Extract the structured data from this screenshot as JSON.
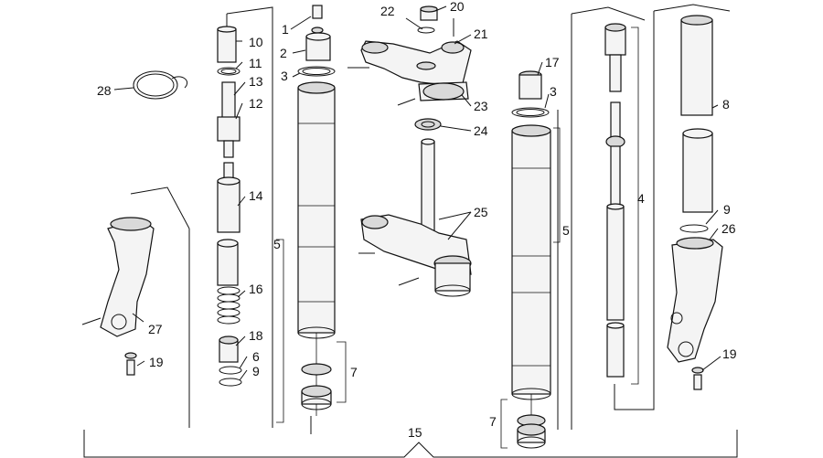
{
  "labels": {
    "l1": "1",
    "l2": "2",
    "l3a": "3",
    "l3b": "3",
    "l4": "4",
    "l5a": "5",
    "l5b": "5",
    "l6": "6",
    "l7a": "7",
    "l7b": "7",
    "l8": "8",
    "l9a": "9",
    "l9b": "9",
    "l10": "10",
    "l11": "11",
    "l12": "12",
    "l13": "13",
    "l14": "14",
    "l15": "15",
    "l16": "16",
    "l17": "17",
    "l18": "18",
    "l19a": "19",
    "l19b": "19",
    "l20": "20",
    "l21": "21",
    "l22": "22",
    "l23": "23",
    "l24": "24",
    "l25": "25",
    "l26": "26",
    "l27": "27",
    "l28": "28"
  }
}
